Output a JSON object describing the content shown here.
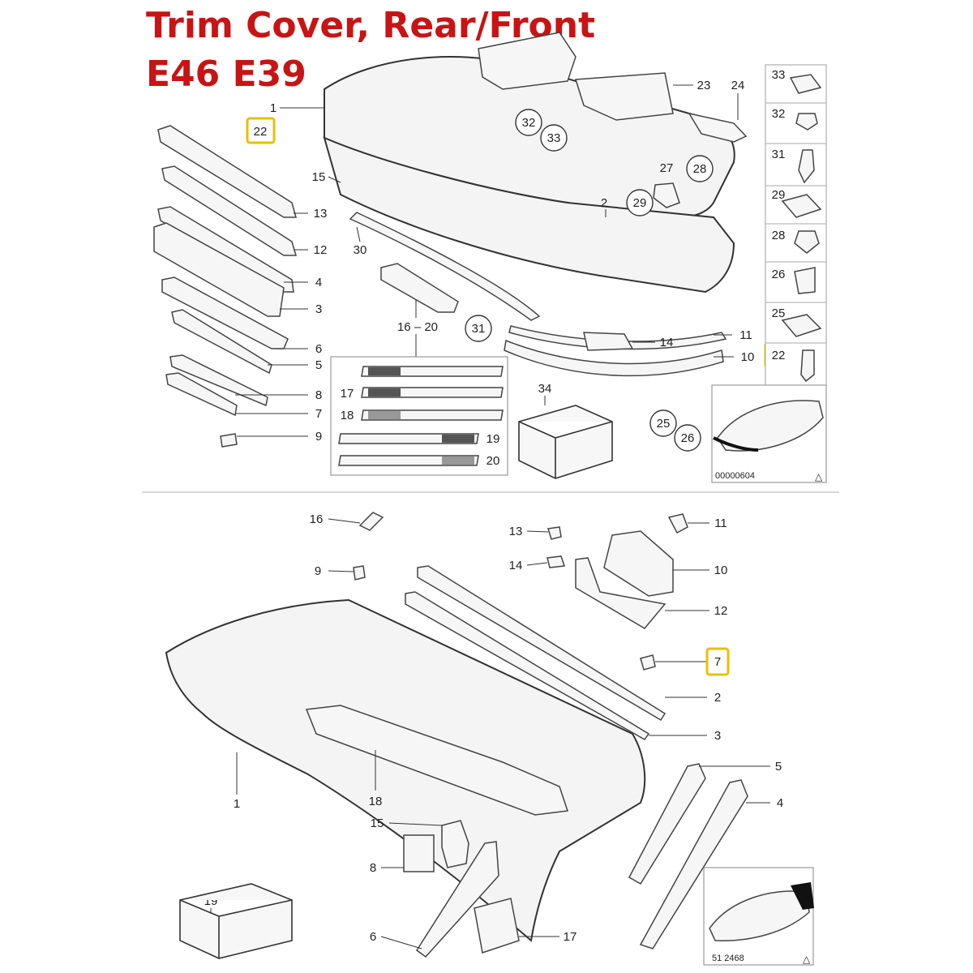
{
  "title": {
    "line1": "Trim Cover, Rear/Front",
    "line2": "E46 E39"
  },
  "colors": {
    "title": "#c81414",
    "highlight": "#e8c000"
  },
  "front": {
    "callouts": [
      "22",
      "1",
      "13",
      "12",
      "4",
      "3",
      "6",
      "5",
      "8",
      "7",
      "9",
      "15",
      "30",
      "2",
      "23",
      "24",
      "14",
      "11",
      "10",
      "34"
    ],
    "circled": [
      "32",
      "33",
      "28",
      "29",
      "31",
      "25",
      "26"
    ],
    "part_27": "27",
    "inset_range": "16 – 20",
    "inset_items": [
      "17",
      "18",
      "19",
      "20"
    ],
    "side_panel": [
      "33",
      "32",
      "31",
      "29",
      "28",
      "26",
      "25",
      "22"
    ],
    "diagram_id": "00000604"
  },
  "rear": {
    "callouts": [
      "16",
      "13",
      "11",
      "9",
      "14",
      "10",
      "12",
      "7",
      "2",
      "3",
      "1",
      "18",
      "5",
      "15",
      "4",
      "19",
      "8",
      "6",
      "17"
    ],
    "diagram_id": "51 2468"
  },
  "highlighted_parts": [
    "22",
    "22",
    "7"
  ]
}
